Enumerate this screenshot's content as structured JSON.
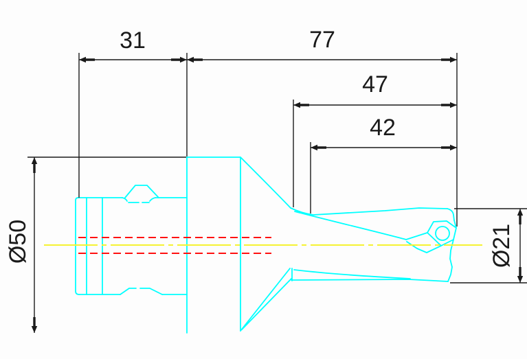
{
  "drawing": {
    "type": "technical-drawing",
    "subject": "indexable insert drill with tool holder, side view"
  },
  "colors": {
    "background": "#fdfdfd",
    "geometry": "#00ffff",
    "centerline": "#f6f232",
    "hidden": "#ff1010",
    "dimension": "#1a1a1a"
  },
  "dimensions": {
    "shank_length": {
      "label": "31"
    },
    "overall_length": {
      "label": "77"
    },
    "flute_length_outer": {
      "label": "47"
    },
    "flute_length_inner": {
      "label": "42"
    },
    "shank_diameter": {
      "label": "Ø50"
    },
    "cutting_diameter": {
      "label": "Ø21"
    }
  }
}
